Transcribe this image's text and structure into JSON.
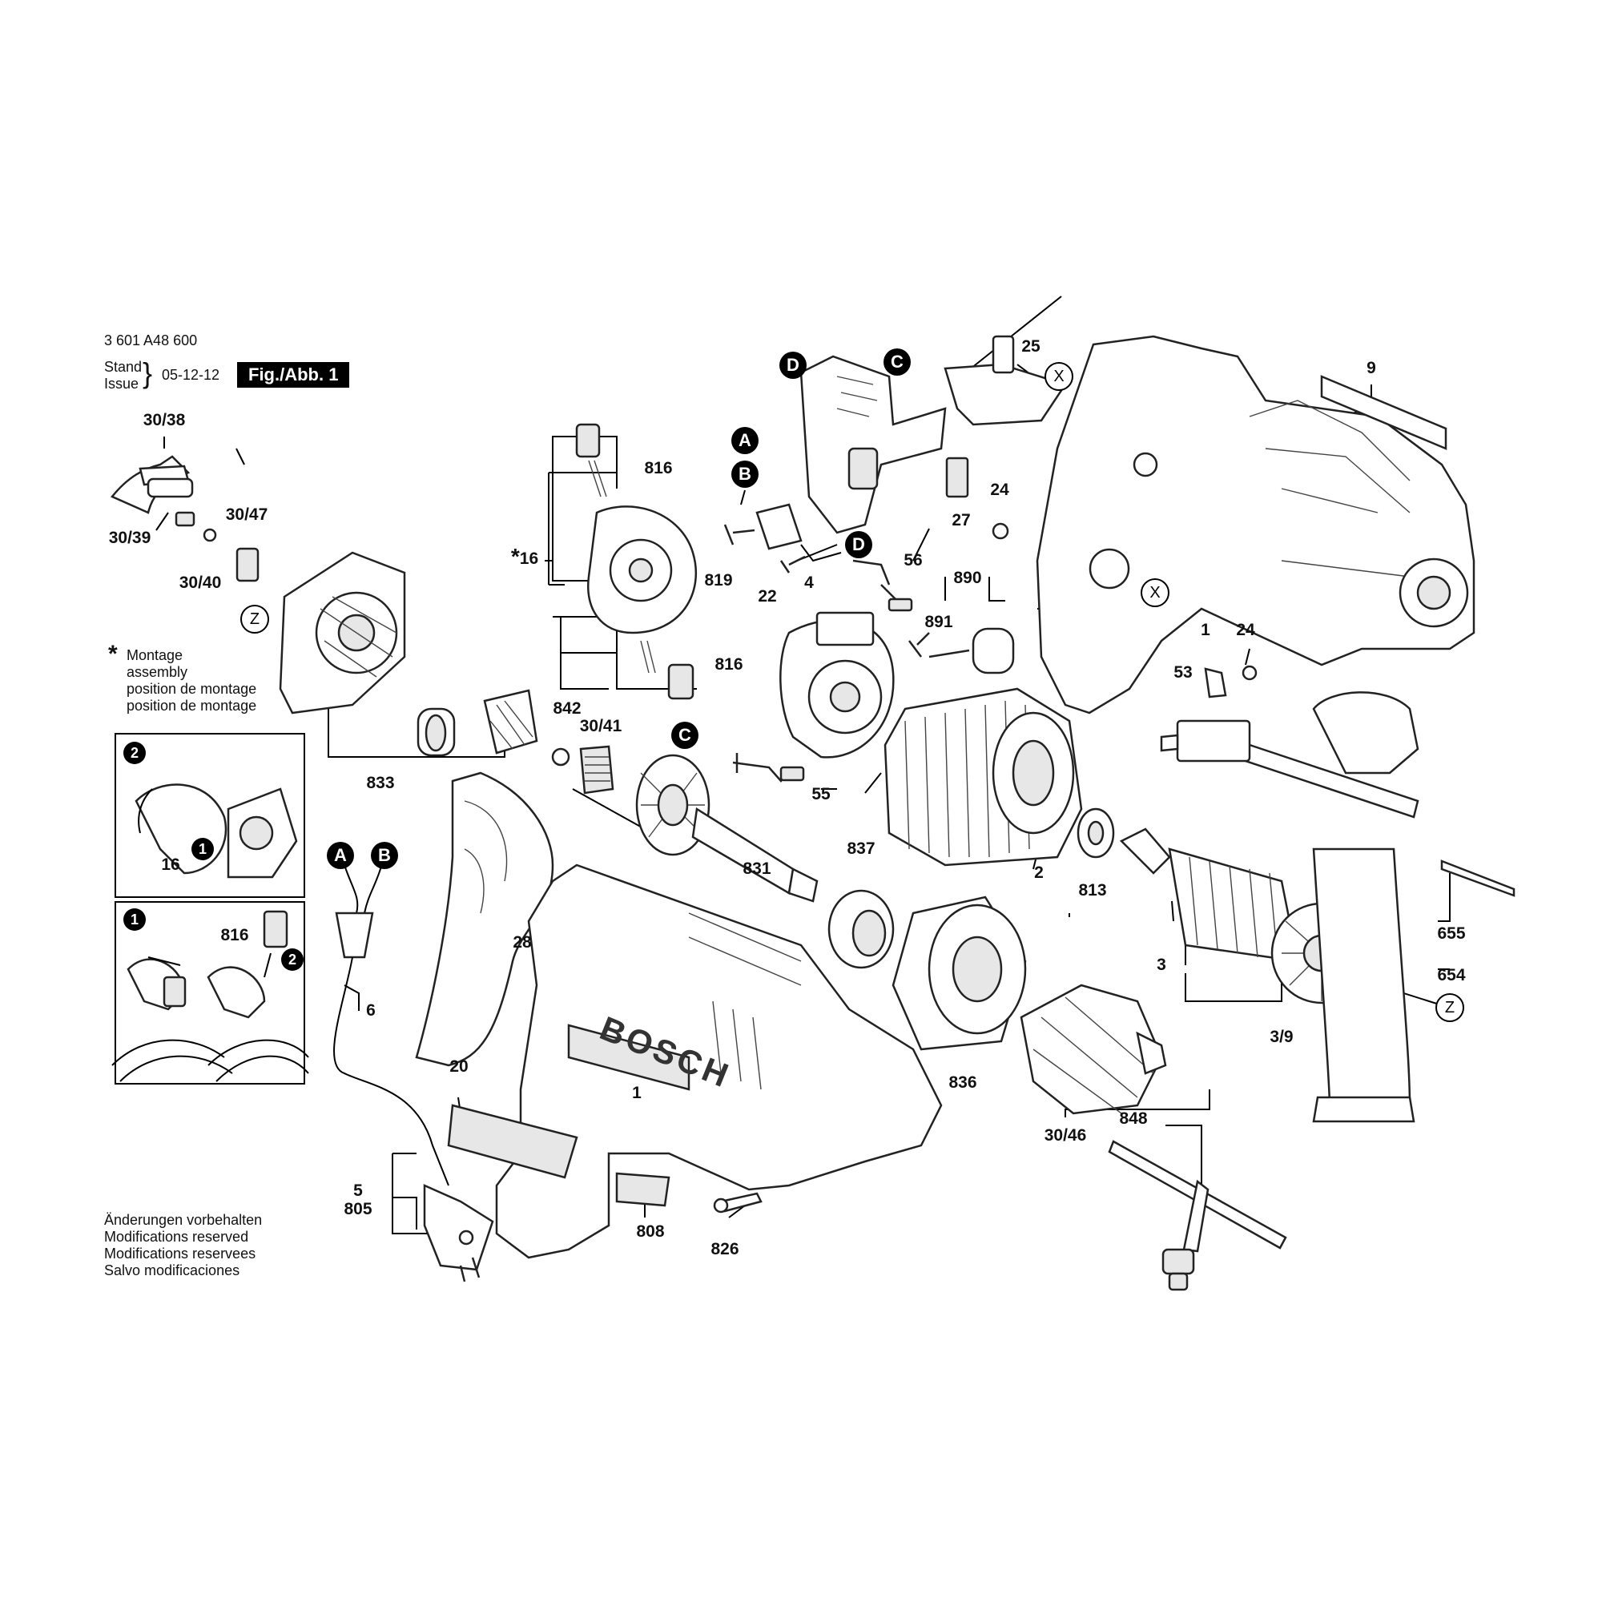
{
  "header": {
    "part_number": "3 601 A48 600",
    "stand_label": "Stand",
    "issue_label": "Issue",
    "date": "05-12-12",
    "fig_label": "Fig./Abb. 1"
  },
  "footnote": {
    "star": "*",
    "lines": [
      "Montage",
      "assembly",
      "position de montage",
      "position de montage"
    ]
  },
  "disclaimer": {
    "lines": [
      "Änderungen vorbehalten",
      "Modifications reserved",
      "Modifications reservees",
      "Salvo modificaciones"
    ]
  },
  "brand": "BOSCH",
  "callouts": {
    "c30_38": "30/38",
    "c30_47": "30/47",
    "c30_39": "30/39",
    "c30_40": "30/40",
    "c816_top": "816",
    "c816_mid": "816",
    "c816_inset": "816",
    "c16_star": "16",
    "c16_inset": "16",
    "c819": "819",
    "c4": "4",
    "c22": "22",
    "c56": "56",
    "c890": "890",
    "c891": "891",
    "c25": "25",
    "c27": "27",
    "c24_a": "24",
    "c24_b": "24",
    "c9": "9",
    "c1_housing": "1",
    "c53": "53",
    "c842": "842",
    "c30_41": "30/41",
    "c55": "55",
    "c833": "833",
    "c831": "831",
    "c837": "837",
    "c2": "2",
    "c813": "813",
    "c655": "655",
    "c654": "654",
    "c3": "3",
    "c3_9": "3/9",
    "c28": "28",
    "c6": "6",
    "c20": "20",
    "c1_body": "1",
    "c836": "836",
    "c848": "848",
    "c30_46": "30/46",
    "c5": "5",
    "c805": "805",
    "c808": "808",
    "c826": "826"
  },
  "markers": {
    "A_switch": "A",
    "B_switch": "B",
    "C_switch": "C",
    "D_switch": "D",
    "D_wire": "D",
    "C_wire": "C",
    "A_cable": "A",
    "B_cable": "B",
    "X_top": "X",
    "X_housing": "X",
    "Z_left": "Z",
    "Z_right": "Z",
    "step2_top": "2",
    "step1_top": "1",
    "step1_bottom": "1",
    "step2_bottom": "2"
  }
}
